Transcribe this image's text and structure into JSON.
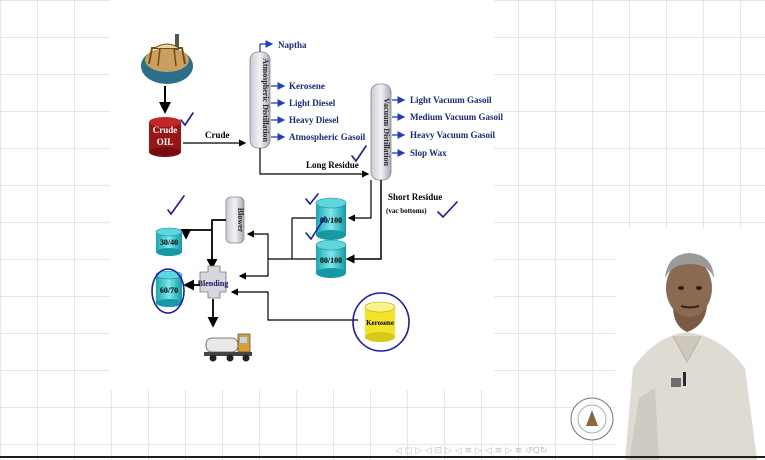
{
  "diagram": {
    "top_product": "Naptha",
    "atmospheric_column_label": "Atmospheric Distillation",
    "atmospheric_products": [
      "Kerosene",
      "Light Diesel",
      "Heavy Diesel",
      "Atmospheric Gasoil"
    ],
    "vacuum_column_label": "Vacuum Distillation",
    "vacuum_products": [
      "Light Vacuum Gasoil",
      "Medium Vacuum Gasoil",
      "Heavy Vacuum Gasoil",
      "Slop Wax"
    ],
    "crude_tank": [
      "Crude",
      "OIL"
    ],
    "crude_flow": "Crude",
    "long_residue": "Long Residue",
    "short_residue": "Short Residue",
    "short_residue_note": "(vac bottoms)",
    "blower": "Blower",
    "tanks": {
      "tank_a": "80/100",
      "tank_b": "80/100",
      "tank_left_top": "30/40",
      "tank_left_bottom": "60/70",
      "kerosene": "Kerosene"
    },
    "blending": "Blending"
  },
  "colors": {
    "arrow_blue": "#1f3fc8",
    "tank_cyan": "#22c1c9",
    "crude_red": "#a31212",
    "kerosene_yellow": "#f4e82a",
    "annotation_ink": "#1a1aa8"
  },
  "navigation": "◁ ◻ ▷ ◁ ⊡ ▷ ◁ ≡ ▷ ◁ ≡ ▷ ≡ ↺Q↻"
}
